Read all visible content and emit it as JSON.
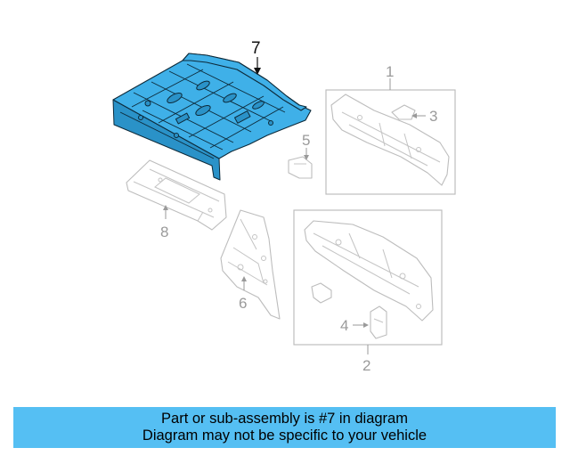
{
  "diagram": {
    "highlight_color": "#3fb0e8",
    "callouts": {
      "c1": "1",
      "c2": "2",
      "c3": "3",
      "c4": "4",
      "c5": "5",
      "c6": "6",
      "c7": "7",
      "c8": "8"
    },
    "highlighted_callout": "7"
  },
  "banner": {
    "background": "#55bff3",
    "line1": "Part or sub-assembly is #7 in diagram",
    "line2": "Diagram may not be specific to your vehicle"
  }
}
